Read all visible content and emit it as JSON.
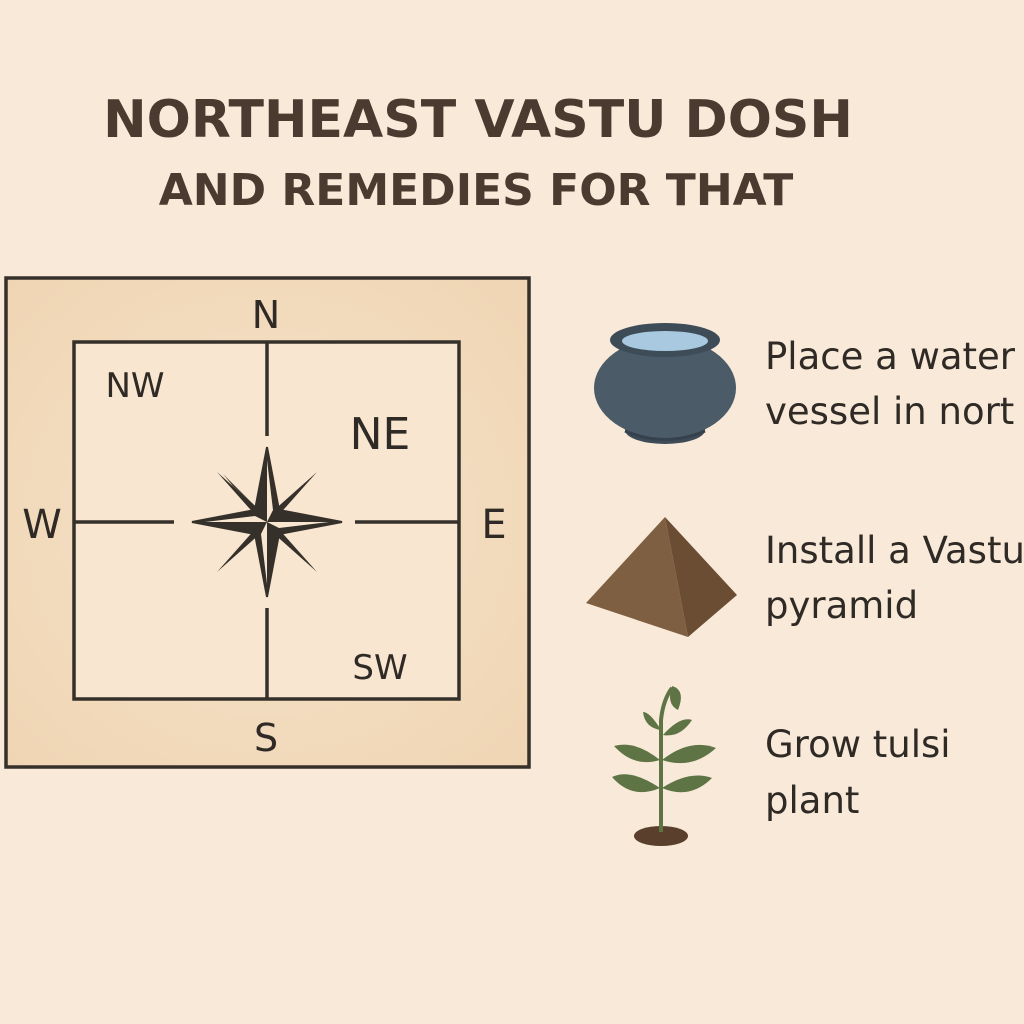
{
  "header": {
    "title": "NORTHEAST VASTU DOSH",
    "subtitle": "AND REMEDIES FOR THAT"
  },
  "compass_diagram": {
    "directions": {
      "north": "N",
      "south": "S",
      "east": "E",
      "west": "W",
      "northwest": "NW",
      "northeast": "NE",
      "southwest": "SW"
    },
    "center_icon": "compass-rose-icon"
  },
  "remedies": [
    {
      "icon": "water-pot-icon",
      "lines": [
        "Place a water",
        "vessel in nort"
      ]
    },
    {
      "icon": "pyramid-icon",
      "lines": [
        "Install a Vastu",
        "pyramid"
      ]
    },
    {
      "icon": "tulsi-plant-icon",
      "lines": [
        "Grow tulsi",
        "plant"
      ]
    }
  ],
  "colors": {
    "background": "#f8e9d8",
    "text": "#4a3a30",
    "frame": "#f0d9bb",
    "pot": "#4b5b68",
    "water": "#a9c9e0",
    "pyramid": "#7a5b3f",
    "leaf": "#5e7445"
  }
}
